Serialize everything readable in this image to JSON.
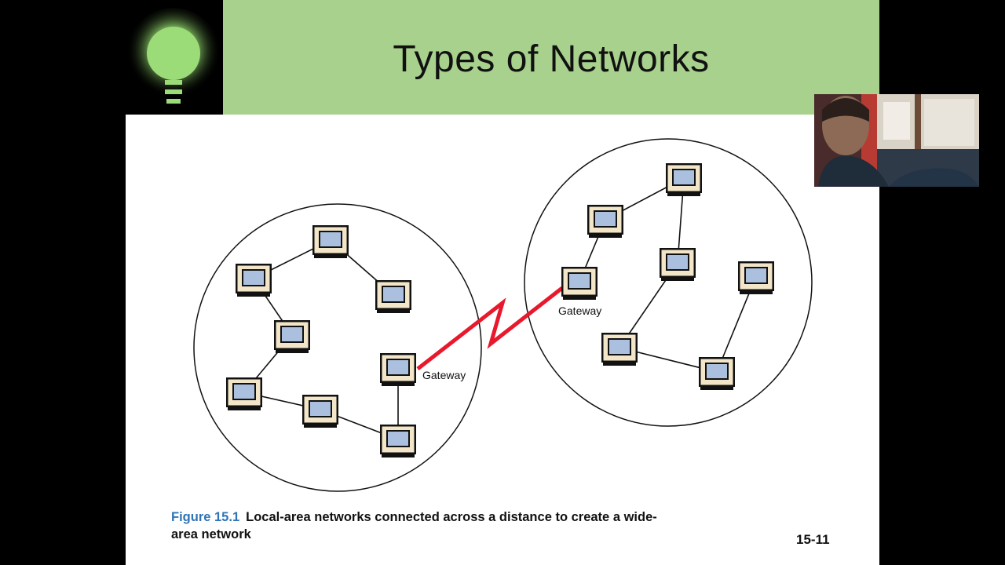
{
  "slide": {
    "title": "Types of Networks",
    "figure_label": "Figure 15.1",
    "caption_text": "Local-area networks connected across a distance to create a wide-area network",
    "slide_number": "15-11",
    "gateway_label": "Gateway"
  },
  "colors": {
    "header_green": "#a9d18e",
    "figure_label_blue": "#2f74b5",
    "wan_link_red": "#e8192c",
    "screen_blue": "#aac0de",
    "monitor_frame": "#f3e6c8"
  },
  "icons": {
    "logo": "lightbulb-icon",
    "computer": "computer-monitor-icon"
  },
  "webcam": {
    "description_icon": "presenter-video-feed"
  }
}
